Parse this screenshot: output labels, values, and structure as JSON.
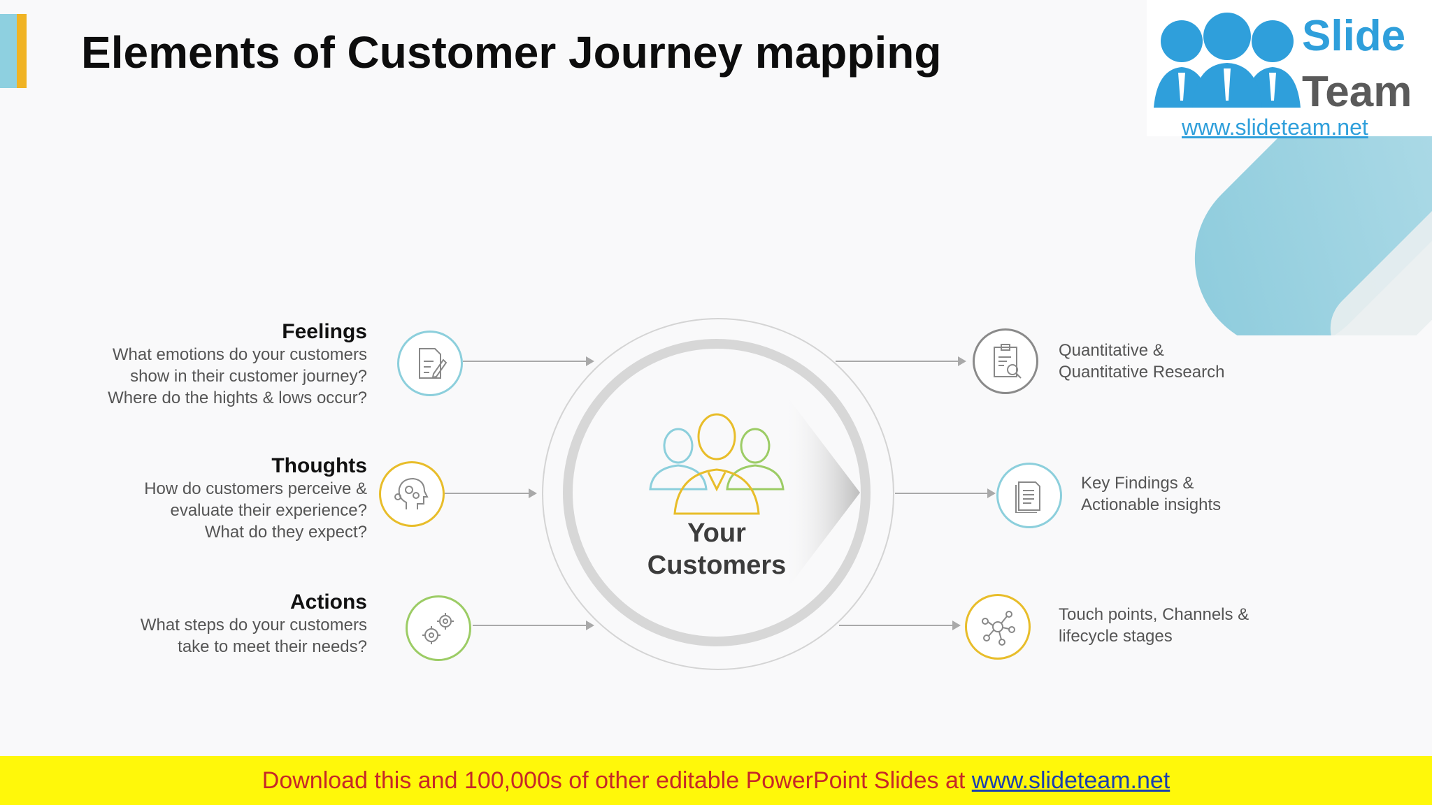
{
  "slide": {
    "title": "Elements of Customer Journey mapping"
  },
  "logo": {
    "word1": "Slide",
    "word2": "Team",
    "url": "www.slideteam.net"
  },
  "center": {
    "line1": "Your",
    "line2": "Customers"
  },
  "left_items": [
    {
      "heading": "Feelings",
      "lines": [
        "What emotions do your customers",
        "show in their customer journey?",
        "Where do the hights & lows occur?"
      ],
      "icon": "document-pen-icon",
      "color": "#8ccfdc"
    },
    {
      "heading": "Thoughts",
      "lines": [
        "How do customers perceive &",
        "evaluate their experience?",
        "What do they expect?"
      ],
      "icon": "head-gears-icon",
      "color": "#e8bd2a"
    },
    {
      "heading": "Actions",
      "lines": [
        "What steps do your customers",
        "take to meet their needs?"
      ],
      "icon": "gears-icon",
      "color": "#9ccc65"
    }
  ],
  "right_items": [
    {
      "lines": [
        "Quantitative &",
        "Quantitative Research"
      ],
      "icon": "clipboard-search-icon",
      "color": "#8a8a8a"
    },
    {
      "lines": [
        "Key Findings &",
        "Actionable insights"
      ],
      "icon": "document-icon",
      "color": "#8ccfdc"
    },
    {
      "lines": [
        "Touch points, Channels &",
        "lifecycle stages"
      ],
      "icon": "network-icon",
      "color": "#e8bd2a"
    }
  ],
  "footer": {
    "text": "Download this and 100,000s of other editable PowerPoint Slides at ",
    "link": "www.slideteam.net"
  }
}
